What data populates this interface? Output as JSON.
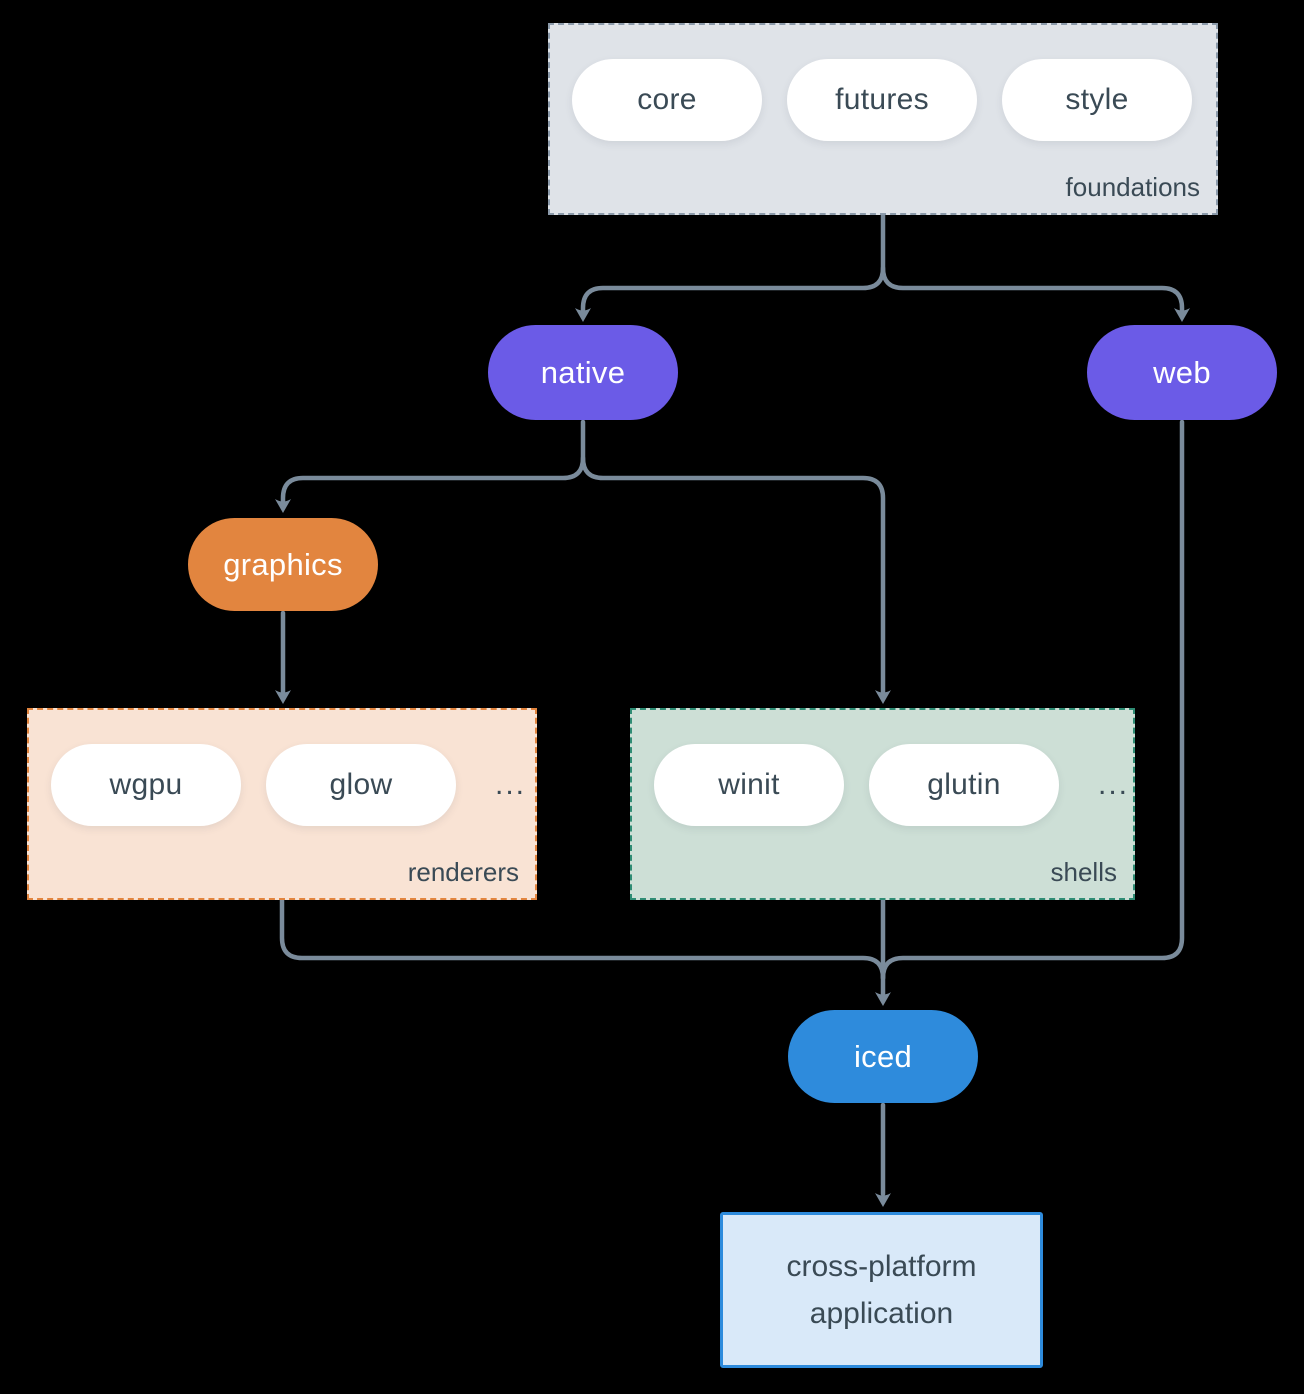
{
  "colors": {
    "background": "#000000",
    "connector": "#7A8B9B",
    "text_dark": "#3A4A55",
    "pill_fill": "#FFFFFF",
    "purple": "#6B5BE7",
    "orange": "#E2853F",
    "blue": "#2E8BDC",
    "foundations_fill": "#DFE3E8",
    "foundations_border": "#8C9BAB",
    "renderers_fill": "#F9E3D4",
    "renderers_border": "#E2853F",
    "shells_fill": "#CDDFD6",
    "shells_border": "#2F8C74",
    "app_fill": "#D9E9F9",
    "app_border": "#2E8BDC"
  },
  "foundations": {
    "label": "foundations",
    "pills": [
      "core",
      "futures",
      "style"
    ]
  },
  "nodes": {
    "native": "native",
    "web": "web",
    "graphics": "graphics",
    "iced": "iced"
  },
  "renderers": {
    "label": "renderers",
    "pills": [
      "wgpu",
      "glow"
    ],
    "more": "..."
  },
  "shells": {
    "label": "shells",
    "pills": [
      "winit",
      "glutin"
    ],
    "more": "..."
  },
  "application": {
    "label": "cross-platform application"
  }
}
